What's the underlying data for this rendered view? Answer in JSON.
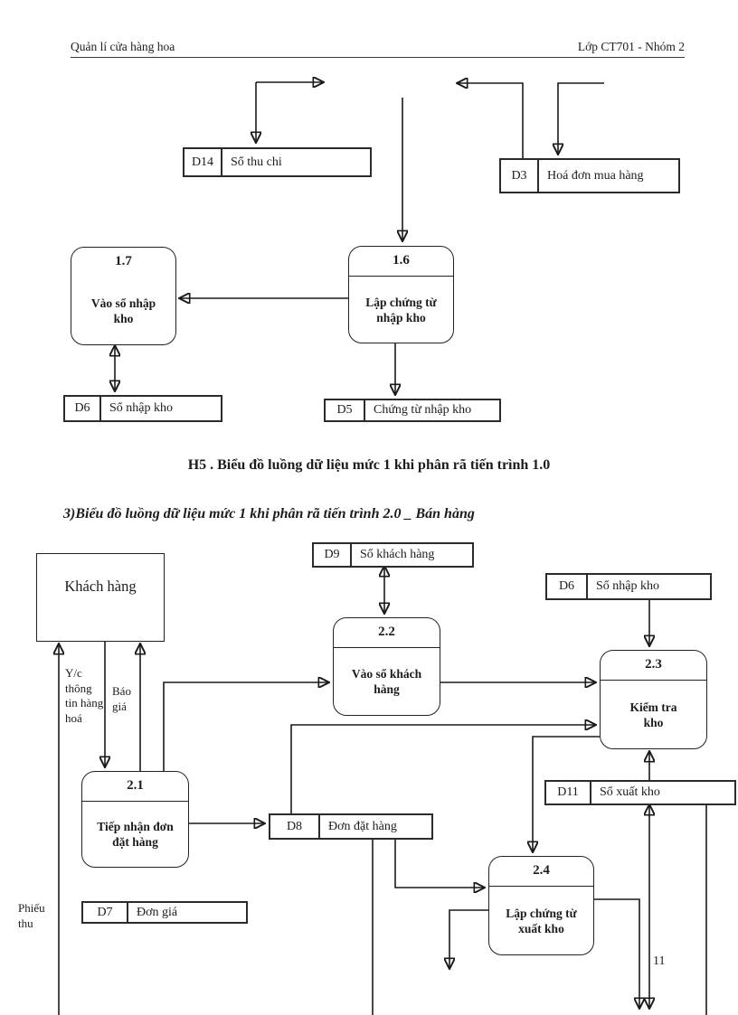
{
  "page": {
    "header_left": "Quản lí cửa hàng hoa",
    "header_right": "Lớp CT701 - Nhóm 2"
  },
  "diagram1": {
    "caption": "H5 . Biểu đồ luồng dữ liệu mức 1 khi phân rã tiến trình 1.0",
    "stores": {
      "d14": {
        "code": "D14",
        "name": "Sổ thu chi"
      },
      "d3": {
        "code": "D3",
        "name": "Hoá đơn mua hàng"
      },
      "d6": {
        "code": "D6",
        "name": "Sổ nhập kho"
      },
      "d5": {
        "code": "D5",
        "name": "Chứng từ nhập kho"
      }
    },
    "processes": {
      "p17": {
        "id": "1.7",
        "name": "Vào sổ nhập kho"
      },
      "p16": {
        "id": "1.6",
        "name": "Lập chứng từ nhập kho"
      }
    }
  },
  "section": {
    "title": "3)Biểu đồ luồng dữ liệu mức 1 khi phân rã tiến trình 2.0 _ Bán hàng"
  },
  "diagram2": {
    "entity_customer": "Khách hàng",
    "stores": {
      "d9": {
        "code": "D9",
        "name": "Sổ khách hàng"
      },
      "d6": {
        "code": "D6",
        "name": "Sổ nhập kho"
      },
      "d11": {
        "code": "D11",
        "name": "Sổ xuất kho"
      },
      "d8": {
        "code": "D8",
        "name": "Đơn đặt hàng"
      },
      "d7": {
        "code": "D7",
        "name": "Đơn giá"
      }
    },
    "processes": {
      "p21": {
        "id": "2.1",
        "name": "Tiếp nhận đơn đặt hàng"
      },
      "p22": {
        "id": "2.2",
        "name": "Vào sổ khách hàng"
      },
      "p23": {
        "id": "2.3",
        "name": "Kiểm tra kho"
      },
      "p24": {
        "id": "2.4",
        "name": "Lập chứng từ xuất kho"
      }
    },
    "labels": {
      "request_info": "Y/c thông tin hàng hoá",
      "price_quote": "Báo giá",
      "receipt": "Phiếu thu",
      "flow_11": "11"
    }
  },
  "colors": {
    "ink": "#1a1a1a",
    "paper": "#ffffff"
  }
}
